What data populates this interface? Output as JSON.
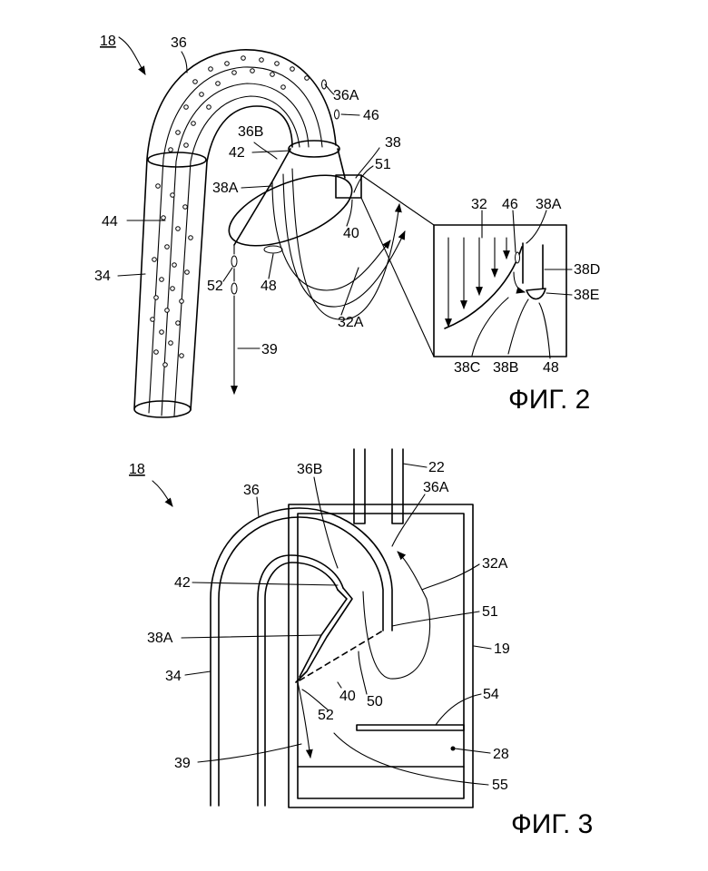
{
  "figure2": {
    "caption": "ФИГ. 2",
    "labels": {
      "ref18": "18",
      "tube36": "36",
      "tube36A": "36A",
      "tube36B": "36B",
      "bubble46": "46",
      "lip42": "42",
      "bell38": "38",
      "item51": "51",
      "bell38A": "38A",
      "inset38A": "38A",
      "particle44": "44",
      "tube34": "34",
      "flow32": "32",
      "inset46": "46",
      "edge38D": "38D",
      "edge38E": "38E",
      "item40": "40",
      "item52": "52",
      "item48": "48",
      "flow32A": "32A",
      "edge38C": "38C",
      "edge38B": "38B",
      "inset48": "48",
      "flow39": "39"
    }
  },
  "figure3": {
    "caption": "ФИГ. 3",
    "labels": {
      "ref18": "18",
      "tube36B": "36B",
      "pipe22": "22",
      "tube36": "36",
      "tube36A": "36A",
      "flow32A": "32A",
      "lip42": "42",
      "item51": "51",
      "bell38A": "38A",
      "housing19": "19",
      "tube34": "34",
      "item40": "40",
      "item50": "50",
      "plate54": "54",
      "item52": "52",
      "point28": "28",
      "flow39": "39",
      "item55": "55"
    }
  }
}
